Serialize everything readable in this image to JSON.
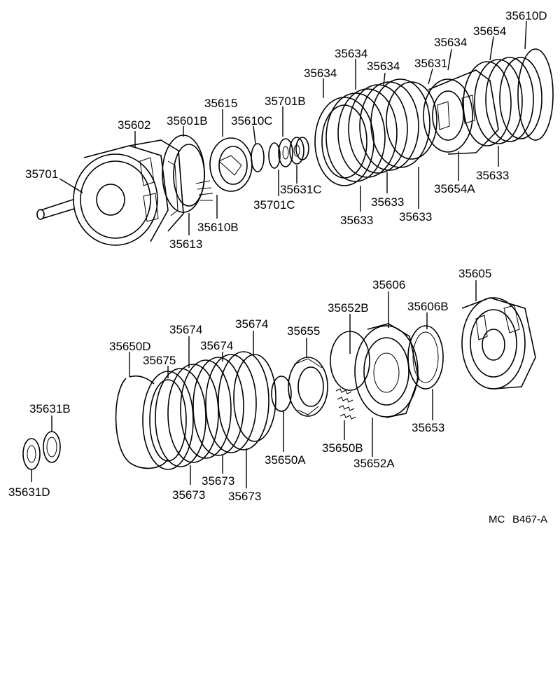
{
  "diagram": {
    "code_prefix": "MC",
    "code": "B467-A"
  },
  "labels": {
    "p35610D": "35610D",
    "p35654": "35654",
    "p35634_a": "35634",
    "p35634_b": "35634",
    "p35634_c": "35634",
    "p35634_d": "35634",
    "p35631": "35631",
    "p35701B": "35701B",
    "p35615": "35615",
    "p35602": "35602",
    "p35601B": "35601B",
    "p35610C": "35610C",
    "p35701": "35701",
    "p35631C": "35631C",
    "p35701C": "35701C",
    "p35610B": "35610B",
    "p35613": "35613",
    "p35633_a": "35633",
    "p35633_b": "35633",
    "p35633_c": "35633",
    "p35633_d": "35633",
    "p35654A": "35654A",
    "p35605": "35605",
    "p35606": "35606",
    "p35652B": "35652B",
    "p35606B": "35606B",
    "p35674_a": "35674",
    "p35674_b": "35674",
    "p35674_c": "35674",
    "p35655": "35655",
    "p35650D": "35650D",
    "p35675": "35675",
    "p35631B": "35631B",
    "p35631D": "35631D",
    "p35673_a": "35673",
    "p35673_b": "35673",
    "p35673_c": "35673",
    "p35650A": "35650A",
    "p35650B": "35650B",
    "p35652A": "35652A",
    "p35653": "35653"
  }
}
